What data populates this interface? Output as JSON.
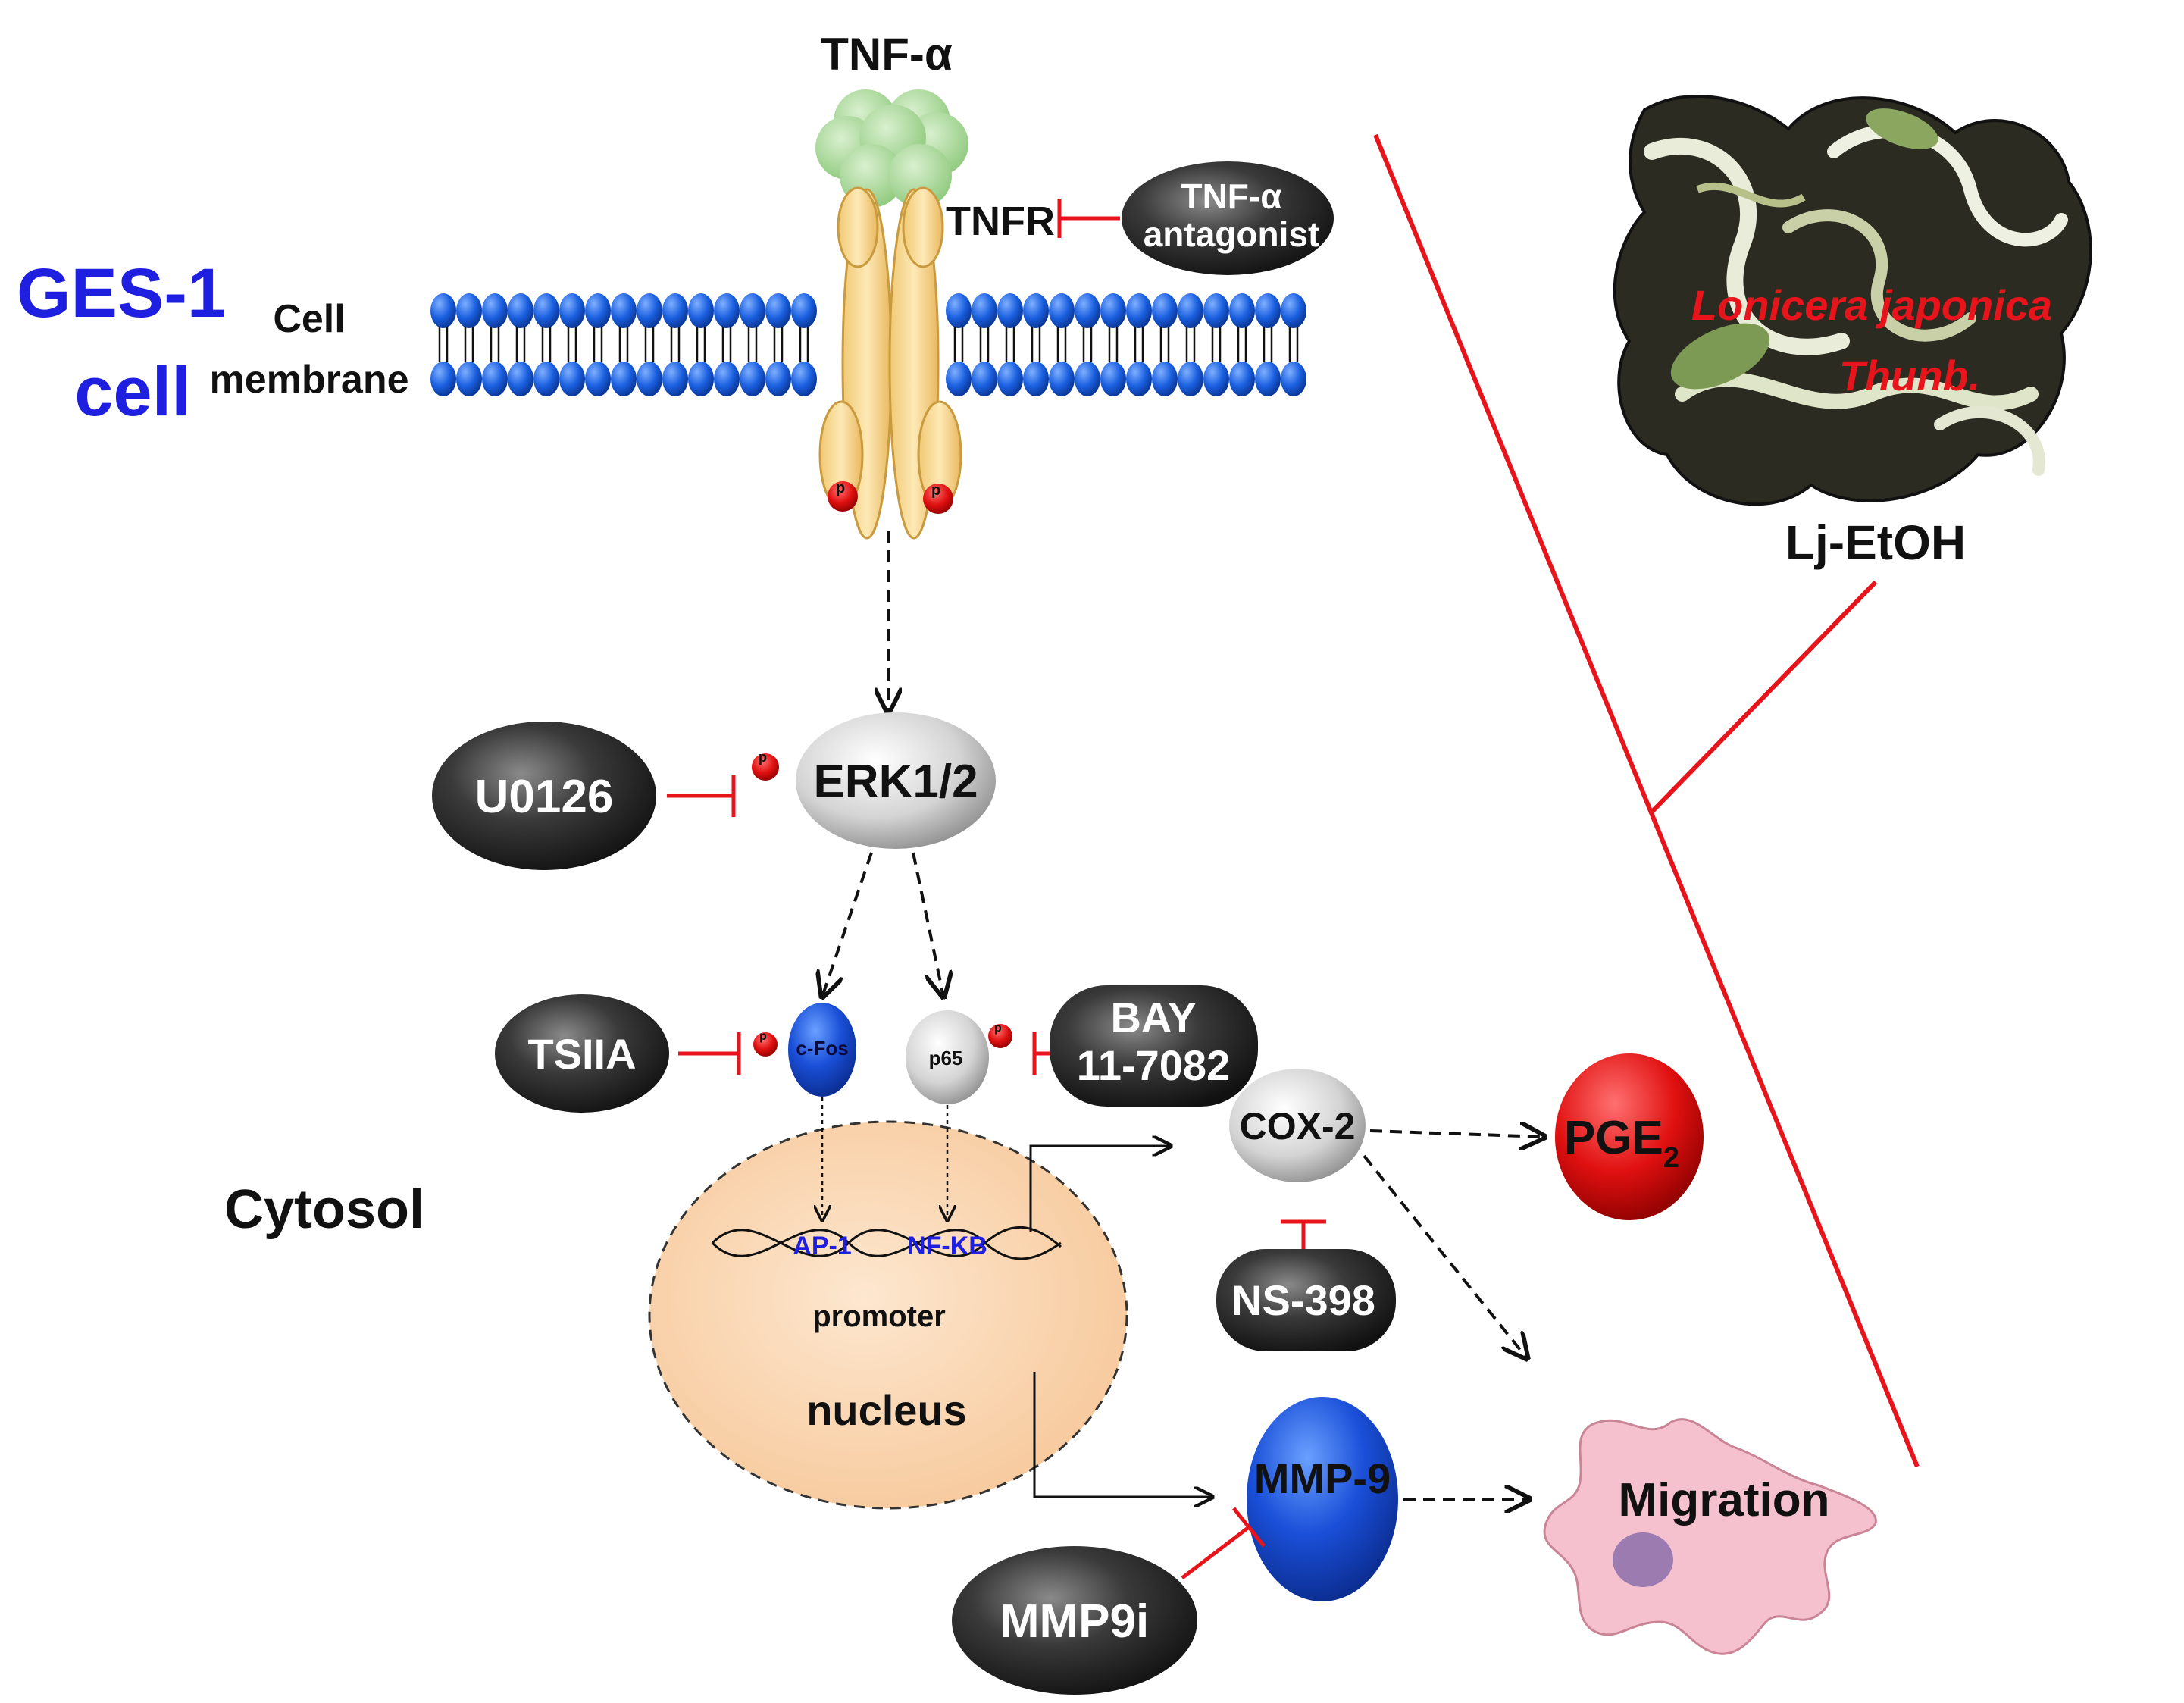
{
  "cell": {
    "line1": "GES-1",
    "line2": "cell"
  },
  "membrane": {
    "line1": "Cell",
    "line2": "membrane"
  },
  "ligand": {
    "label": "TNF-α"
  },
  "receptor": {
    "label": "TNFR",
    "phospho": "p"
  },
  "tnf_antagonist": {
    "line1": "TNF-α",
    "line2": "antagonist"
  },
  "inhibitors": {
    "u0126": "U0126",
    "tsiia": "TSIIA",
    "bay": {
      "line1": "BAY",
      "line2": "11-7082"
    },
    "ns398": "NS-398",
    "mmp9i": "MMP9i"
  },
  "proteins": {
    "erk": "ERK1/2",
    "cfos": "c-Fos",
    "p65": "p65",
    "cox2": "COX-2",
    "mmp9": "MMP-9",
    "pge2": "PGE",
    "pge2_sub": "2"
  },
  "nucleus": {
    "label": "nucleus",
    "promoter": "promoter",
    "ap1": "AP-1",
    "nfkb": "NF-KB"
  },
  "compartment": {
    "cytosol": "Cytosol"
  },
  "herb": {
    "line1": "Lonicera japonica",
    "line2": "Thunb.",
    "extract": "Lj-EtOH"
  },
  "outcome": {
    "migration": "Migration"
  },
  "colors": {
    "inhibit": "#e8141c",
    "cell_label": "#1f1fe0",
    "herb_text": "#e8141c",
    "lipid": "#1a5fe0"
  }
}
